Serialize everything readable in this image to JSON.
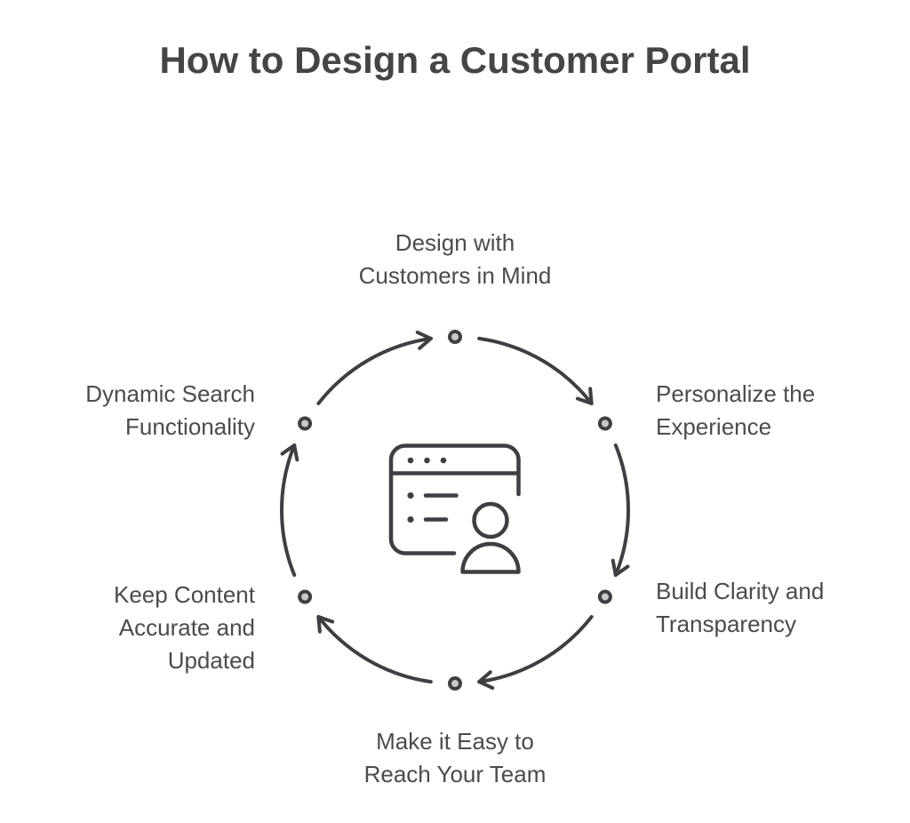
{
  "title": "How to Design a Customer Portal",
  "colors": {
    "background": "#ffffff",
    "line_stroke": "#3e3f42",
    "node_fill": "#c8c9ca",
    "title_text": "#454545",
    "label_text": "#4a4b4d"
  },
  "cycle": {
    "direction": "clockwise",
    "center_icon": "customer-portal-window-with-person",
    "steps": [
      {
        "position": "top",
        "lines": [
          "Design with",
          "Customers in Mind"
        ]
      },
      {
        "position": "right-upper",
        "lines": [
          "Personalize the",
          "Experience"
        ]
      },
      {
        "position": "right-lower",
        "lines": [
          "Build Clarity and",
          "Transparency"
        ]
      },
      {
        "position": "bottom",
        "lines": [
          "Make it Easy to",
          "Reach Your Team"
        ]
      },
      {
        "position": "left-lower",
        "lines": [
          "Keep Content",
          "Accurate and",
          "Updated"
        ]
      },
      {
        "position": "left-upper",
        "lines": [
          "Dynamic Search",
          "Functionality"
        ]
      }
    ]
  }
}
